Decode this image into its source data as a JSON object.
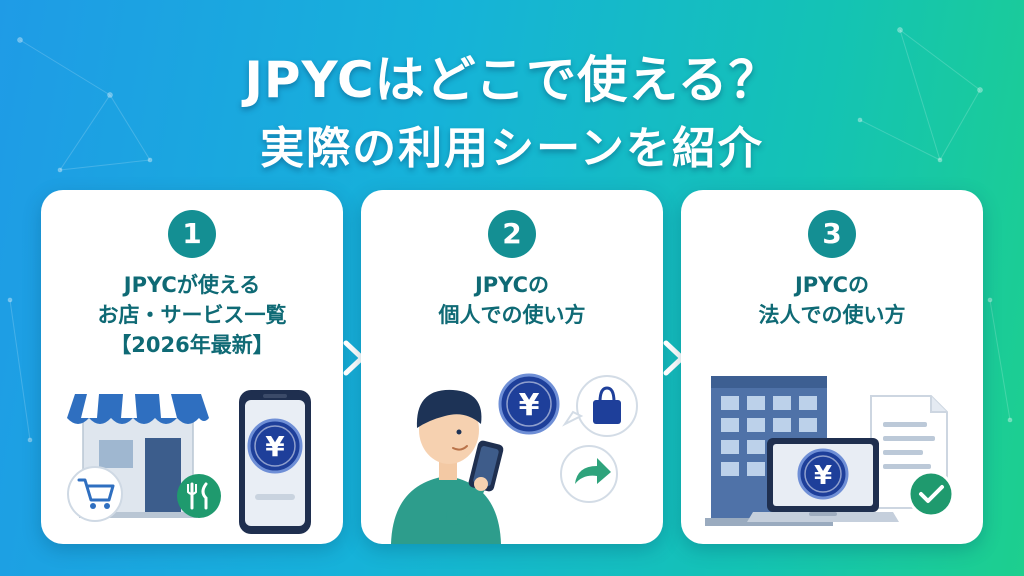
{
  "title": {
    "line1": "JPYCはどこで使える？",
    "line2": "実際の利用シーンを紹介"
  },
  "cards": [
    {
      "number": "1",
      "lines": [
        "JPYCが使える",
        "お店・サービス一覧",
        "【2026年最新】"
      ],
      "icons": [
        "store-icon",
        "cart-icon",
        "fork-knife-icon",
        "smartphone-icon",
        "yen-coin-icon"
      ]
    },
    {
      "number": "2",
      "lines": [
        "JPYCの",
        "個人での使い方"
      ],
      "icons": [
        "person-icon",
        "smartphone-icon",
        "yen-coin-icon",
        "shopping-bag-icon",
        "share-arrow-icon"
      ]
    },
    {
      "number": "3",
      "lines": [
        "JPYCの",
        "法人での使い方"
      ],
      "icons": [
        "office-building-icon",
        "laptop-icon",
        "yen-coin-icon",
        "document-icon",
        "check-icon"
      ]
    }
  ],
  "symbols": {
    "yen": "¥"
  },
  "colors": {
    "background_start": "#1f9be6",
    "background_end": "#1dcf8e",
    "accent_teal": "#148f93",
    "card_text": "#0f6a75",
    "coin_blue": "#1e3f9a",
    "card_bg": "#ffffff"
  }
}
